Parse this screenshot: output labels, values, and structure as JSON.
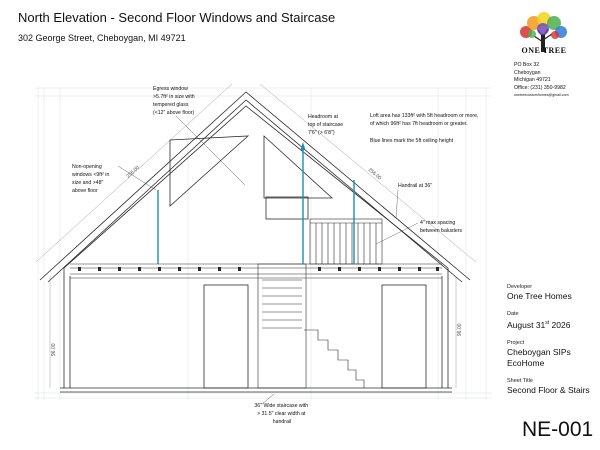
{
  "header": {
    "title": "North Elevation - Second Floor Windows and Staircase",
    "address": "302 George Street, Cheboygan, MI 49721"
  },
  "logo": {
    "name": "ONE TREE",
    "colors": [
      "#d8312f",
      "#f29a1f",
      "#f4d21e",
      "#4caf50",
      "#2b7bd6",
      "#6a3fb5"
    ]
  },
  "contact": {
    "line1": "PO Box 32",
    "line2": "Cheboygan",
    "line3": "Michigan 49721",
    "line4": "Office: (231) 350-9982",
    "email": "onetreecustomhomes@gmail.com"
  },
  "info": {
    "developer_label": "Developer",
    "developer": "One Tree Homes",
    "date_label": "Date",
    "date_main": "August 31",
    "date_sup": "st",
    "date_year": " 2026",
    "project_label": "Project",
    "project_line1": "Cheboygan SIPs",
    "project_line2": "EcoHome",
    "sheet_label": "Sheet Title",
    "sheet_title": "Second Floor & Stairs",
    "sheet_number": "NE-001"
  },
  "annotations": {
    "egress": [
      "Egress window",
      ">5.7ft² in size with",
      "tempered glass",
      "(<12\" above floor)"
    ],
    "non_opening": [
      "Non-opening",
      "windows <9ft² in",
      "size and >48\"",
      "above floor"
    ],
    "headroom": [
      "Headroom at",
      "top of staircase",
      "7'6\" (> 6'8\")"
    ],
    "loft": [
      "Loft area has 133ft² with 5ft headroom or more,",
      "of which 96ft² has 7ft headroom or greater."
    ],
    "blue_lines": "Blue lines mark the 5ft ceiling height",
    "handrail": "Handrail at 36\"",
    "baluster": [
      "4\" max spacing",
      "between balusters"
    ],
    "staircase": [
      "36\" Wide staircase with",
      "> 31.5\" clear width at",
      "handrail"
    ]
  },
  "dimensions": {
    "left_height": "96.00",
    "right_height": "96.00",
    "left_roof": "256.00",
    "right_roof": "256.00"
  },
  "colors": {
    "line": "#2b2b2b",
    "blue_marker": "#1b8fb0",
    "grid": "#9aa3aa"
  }
}
